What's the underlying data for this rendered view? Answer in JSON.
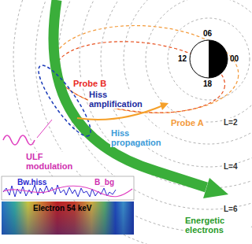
{
  "diagram": {
    "nodes": [
      {
        "text": [
          "Bw.hiss",
          "B_bg"
        ]
      },
      {
        "text": [
          "Electron 54 keV"
        ]
      }
    ],
    "labels": [
      "06",
      "12",
      "00",
      "18",
      "Probe B",
      "Hiss amplification",
      "Hiss propagation",
      "Probe A",
      "ULF modulation",
      "L=2",
      "L=4",
      "L=6",
      "Energetic electrons"
    ]
  }
}
